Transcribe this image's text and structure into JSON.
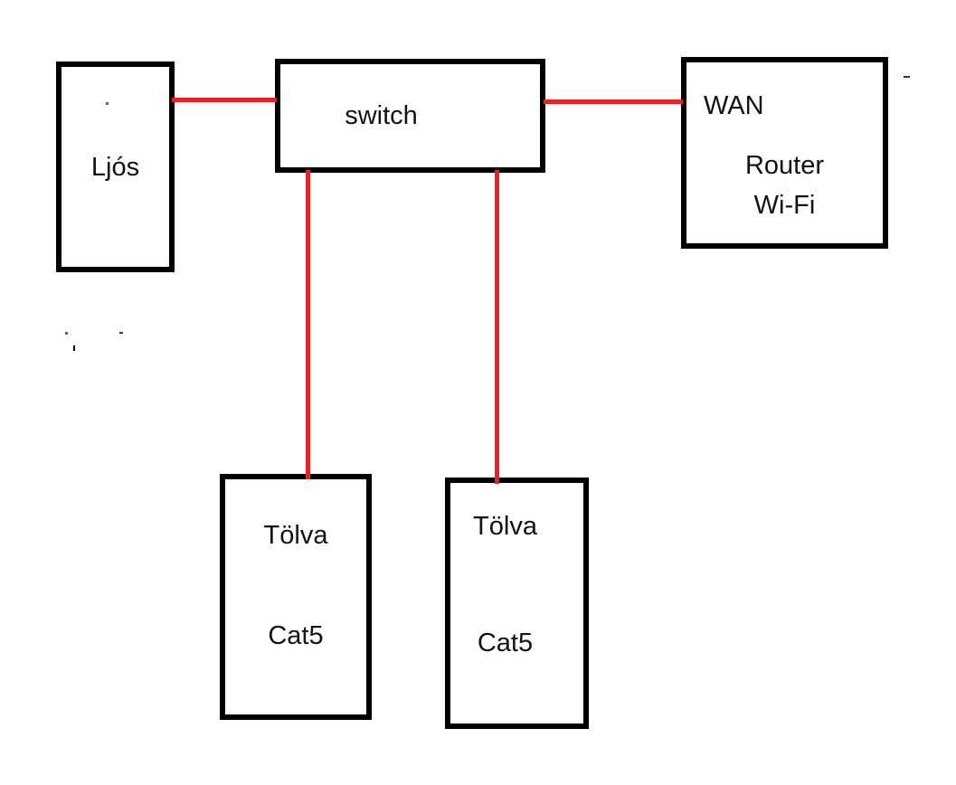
{
  "diagram_type": "network-topology",
  "nodes": {
    "ljos": {
      "label": "Ljós"
    },
    "switch": {
      "label": "switch"
    },
    "router": {
      "line1": "WAN",
      "line2": "Router",
      "line3": "Wi-Fi"
    },
    "tolva_left": {
      "label": "Tölva",
      "cable": "Cat5"
    },
    "tolva_right": {
      "label": "Tölva",
      "cable": "Cat5"
    }
  },
  "edges": [
    {
      "from": "ljos",
      "to": "switch",
      "orientation": "horizontal"
    },
    {
      "from": "switch",
      "to": "router",
      "orientation": "horizontal"
    },
    {
      "from": "switch",
      "to": "tolva_left",
      "orientation": "vertical"
    },
    {
      "from": "switch",
      "to": "tolva_right",
      "orientation": "vertical"
    }
  ],
  "colors": {
    "connector": "#e82127",
    "box_border": "#000000",
    "background": "#ffffff",
    "text": "#111111"
  }
}
